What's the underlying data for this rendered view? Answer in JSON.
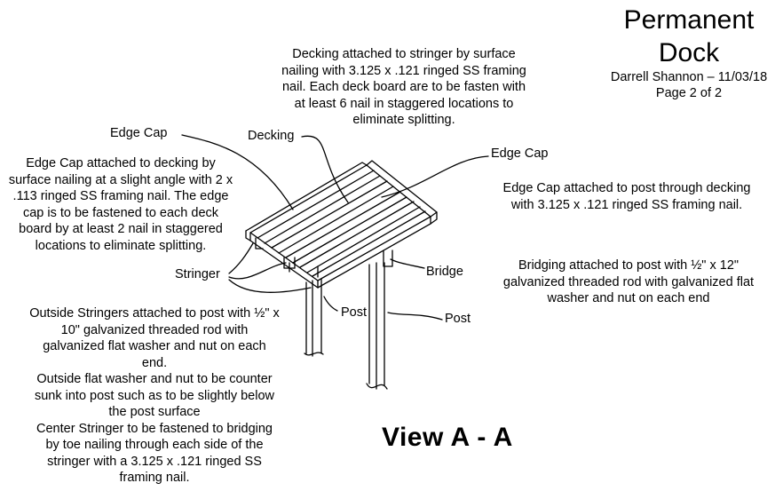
{
  "title": {
    "main": "Permanent\nDock",
    "author_date": "Darrell Shannon – 11/03/18",
    "page": "Page 2 of 2"
  },
  "view_label": "View  A - A",
  "notes": {
    "decking_note": "Decking attached to stringer by surface\nnailing with 3.125 x .121 ringed SS framing\nnail. Each deck board are to be fasten with\nat least 6 nail in staggered locations to\neliminate splitting.",
    "edge_cap_decking_note": "Edge Cap attached to decking by\nsurface nailing at a slight angle with 2 x\n.113 ringed SS framing nail. The edge\ncap is to be fastened to each deck\nboard by at least 2 nail in staggered\nlocations to eliminate splitting.",
    "edge_cap_post_note": "Edge Cap attached to post through decking\nwith 3.125 x .121 ringed SS framing nail.",
    "bridging_note": "Bridging attached to post with ½\" x 12\"\ngalvanized threaded rod with galvanized flat\nwasher  and nut on each end",
    "stringer_note": "Outside Stringers attached to post with ½\" x\n10\" galvanized threaded rod with\ngalvanized flat washer  and nut on each\nend.\nOutside flat washer and nut to be counter\nsunk into post such as to be slightly below\nthe post surface\nCenter Stringer to be fastened to bridging\nby toe nailing through each side of the\nstringer with a 3.125 x .121 ringed SS\nframing nail."
  },
  "labels": {
    "edge_cap_left": "Edge Cap",
    "decking": "Decking",
    "edge_cap_right": "Edge Cap",
    "stringer": "Stringer",
    "bridge": "Bridge",
    "post_left": "Post",
    "post_right": "Post"
  }
}
